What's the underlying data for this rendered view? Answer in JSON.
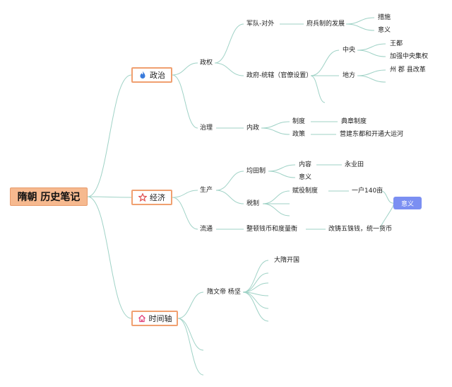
{
  "root": {
    "title": "隋朝 历史笔记"
  },
  "branches": {
    "politics": {
      "label": "政治",
      "icon": "fire-icon",
      "regime": {
        "label": "政权",
        "military": {
          "label": "军队-对外",
          "fubing": {
            "label": "府兵制的发展",
            "children": [
              "措施",
              "意义"
            ]
          }
        },
        "government": {
          "label": "政府-统辖（官僚设置）",
          "central": {
            "label": "中央",
            "children": [
              "王都",
              "加强中央集权"
            ]
          },
          "local": {
            "label": "地方",
            "children": [
              "州 郡 县改革"
            ]
          }
        }
      },
      "governance": {
        "label": "治理",
        "internal": {
          "label": "内政",
          "system": {
            "label": "制度",
            "detail": "典章制度"
          },
          "policy": {
            "label": "政策",
            "detail": "营建东都和开通大运河"
          }
        }
      }
    },
    "economy": {
      "label": "经济",
      "icon": "star-icon",
      "production": {
        "label": "生产",
        "juntian": {
          "label": "均田制",
          "content": {
            "label": "内容",
            "detail": "永业田"
          },
          "meaning": "意义"
        },
        "tax": {
          "label": "税制",
          "corvee": {
            "label": "赋役制度",
            "detail": "一户140亩"
          }
        }
      },
      "circulation": {
        "label": "流通",
        "currency": {
          "label": "整顿钱币和度量衡",
          "detail": "改铸五铢钱，统一货币"
        }
      },
      "tag": "意义"
    },
    "timeline": {
      "label": "时间轴",
      "icon": "home-icon",
      "emperor": {
        "label": "隋文帝 杨坚",
        "event": "大隋开国"
      }
    }
  },
  "colors": {
    "line": "#9fd2c6",
    "root_fill": "#f6b98f",
    "branch_border": "#f0a070",
    "tag_fill": "#7b8ff2",
    "fire": "#3a7bdc",
    "star": "#e05050",
    "home": "#e0407a"
  }
}
